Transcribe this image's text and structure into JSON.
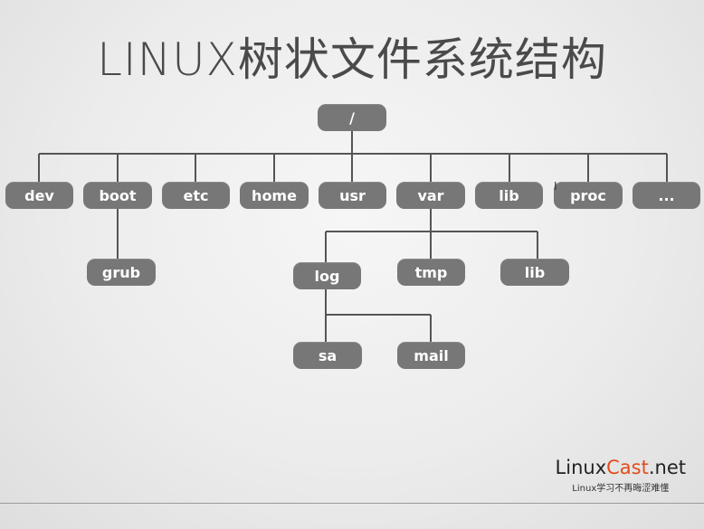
{
  "title": "LINUX树状文件系统结构",
  "tree": {
    "root": "/",
    "level1": [
      "dev",
      "boot",
      "etc",
      "home",
      "usr",
      "var",
      "lib",
      "proc",
      "..."
    ],
    "boot_children": [
      "grub"
    ],
    "var_children": [
      "log",
      "tmp",
      "lib"
    ],
    "log_children": [
      "sa",
      "mail"
    ]
  },
  "colors": {
    "node_fill": "#777777",
    "node_text": "#ffffff",
    "connector": "#555555",
    "brand_accent": "#e24c1a"
  },
  "brand": {
    "name_part1": "Linux",
    "name_part2": "Cast",
    "name_part3": ".net",
    "slogan": "Linux学习不再晦涩难懂"
  }
}
